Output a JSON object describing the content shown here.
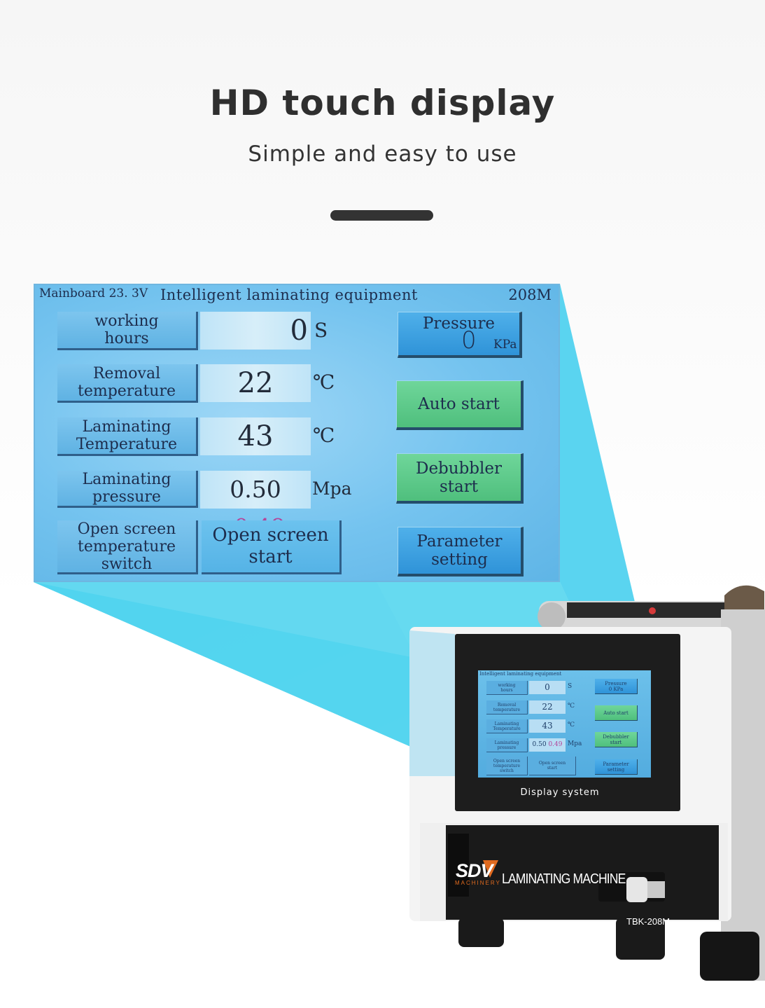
{
  "header": {
    "title": "HD touch display",
    "subtitle": "Simple and easy to use"
  },
  "screen": {
    "mainboard": "Mainboard 23. 3V",
    "title": "Intelligent laminating equipment",
    "model": "208M",
    "rows": [
      {
        "label_line1": "working",
        "label_line2": "hours",
        "label_line3": "",
        "value": "0",
        "value_secondary": "",
        "unit": "S"
      },
      {
        "label_line1": "Removal",
        "label_line2": "temperature",
        "label_line3": "",
        "value": "22",
        "value_secondary": "",
        "unit": "℃"
      },
      {
        "label_line1": "Laminating",
        "label_line2": "Temperature",
        "label_line3": "",
        "value": "43",
        "value_secondary": "",
        "unit": "℃"
      },
      {
        "label_line1": "Laminating",
        "label_line2": "pressure",
        "label_line3": "",
        "value": "0.50",
        "value_secondary": "0.49",
        "unit": "Mpa"
      },
      {
        "label_line1": "Open screen",
        "label_line2": "temperature",
        "label_line3": "switch"
      }
    ],
    "open_screen_start": {
      "line1": "Open screen",
      "line2": "start"
    },
    "pressure": {
      "label": "Pressure",
      "value": "0",
      "unit": "KPa"
    },
    "buttons": [
      {
        "line1": "Auto start",
        "line2": ""
      },
      {
        "line1": "Debubbler",
        "line2": "start"
      },
      {
        "line1": "Parameter",
        "line2": "setting"
      }
    ]
  },
  "machine": {
    "display_caption": "Display system",
    "brand_logo": "SDV",
    "brand_sub": "MACHINERY",
    "product_name": "LAMINATING MACHINE",
    "model": "TBK-208M"
  },
  "colors": {
    "secondary_value": "#b4459a",
    "screen_blue": "#74c3ef",
    "button_green": "#5cc98a",
    "button_blue": "#3aa0e0",
    "beam": "#4fd0ea"
  }
}
